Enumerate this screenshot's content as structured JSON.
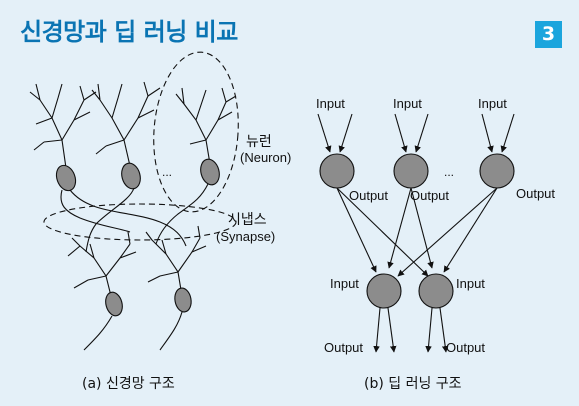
{
  "title": "신경망과 딥 러닝 비교",
  "figure_number": "3",
  "neural": {
    "neuron_label": "뉴런",
    "neuron_label_en": "(Neuron)",
    "synapse_label": "시냅스",
    "synapse_label_en": "(Synapse)",
    "ellipsis": "...",
    "caption": "(a) 신경망 구조"
  },
  "deep": {
    "input_top": [
      "Input",
      "Input",
      "Input"
    ],
    "output_mid": [
      "Output",
      "Output",
      "Output"
    ],
    "input_low": [
      "Input",
      "Input"
    ],
    "output_bottom": [
      "Output",
      "Output"
    ],
    "ellipsis": "...",
    "caption": "(b) 딥 러닝 구조"
  },
  "colors": {
    "title": "#0a74b3",
    "badge": "#1ba5dd",
    "background": "#e4f0f8",
    "node": "#8c8c8c"
  }
}
